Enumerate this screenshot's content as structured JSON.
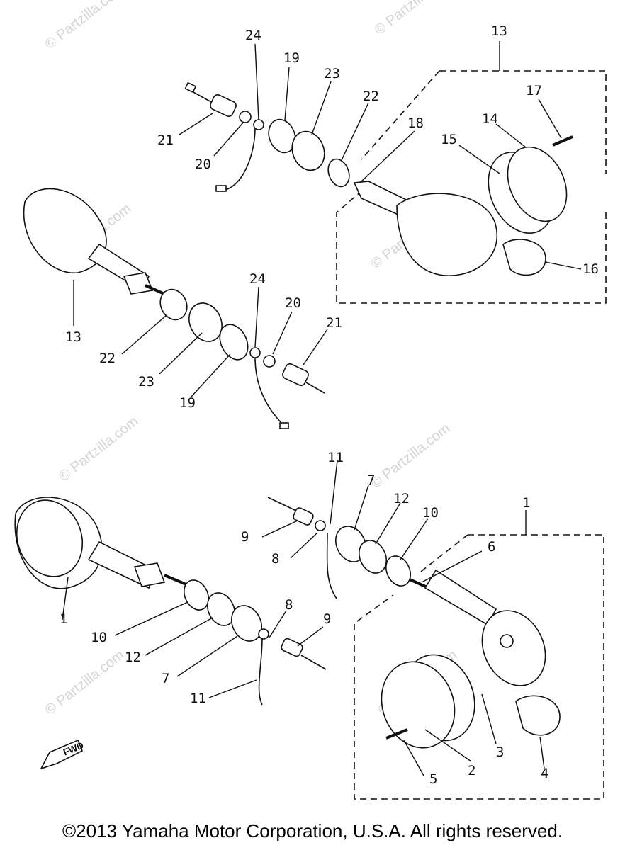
{
  "diagram": {
    "callouts": {
      "c13_top": "13",
      "c24_top": "24",
      "c19_top": "19",
      "c23_top": "23",
      "c22_top": "22",
      "c18": "18",
      "c17": "17",
      "c14": "14",
      "c15": "15",
      "c21_top": "21",
      "c20_top": "20",
      "c16": "16",
      "c13_left": "13",
      "c24_mid": "24",
      "c20_mid": "20",
      "c21_mid": "21",
      "c22_mid": "22",
      "c23_mid": "23",
      "c19_mid": "19",
      "c11_top": "11",
      "c7_top": "7",
      "c12_top": "12",
      "c10_top": "10",
      "c1_right": "1",
      "c9_top": "9",
      "c8_top": "8",
      "c6": "6",
      "c1_left": "1",
      "c10_bot": "10",
      "c12_bot": "12",
      "c8_bot": "8",
      "c9_bot": "9",
      "c7_bot": "7",
      "c11_bot": "11",
      "c3": "3",
      "c2": "2",
      "c5": "5",
      "c4": "4"
    },
    "fwd_label": "FWD",
    "watermark": "© Partzilla.com"
  },
  "footer": {
    "copyright": "©2013  Yamaha Motor Corporation, U.S.A. All rights reserved."
  }
}
